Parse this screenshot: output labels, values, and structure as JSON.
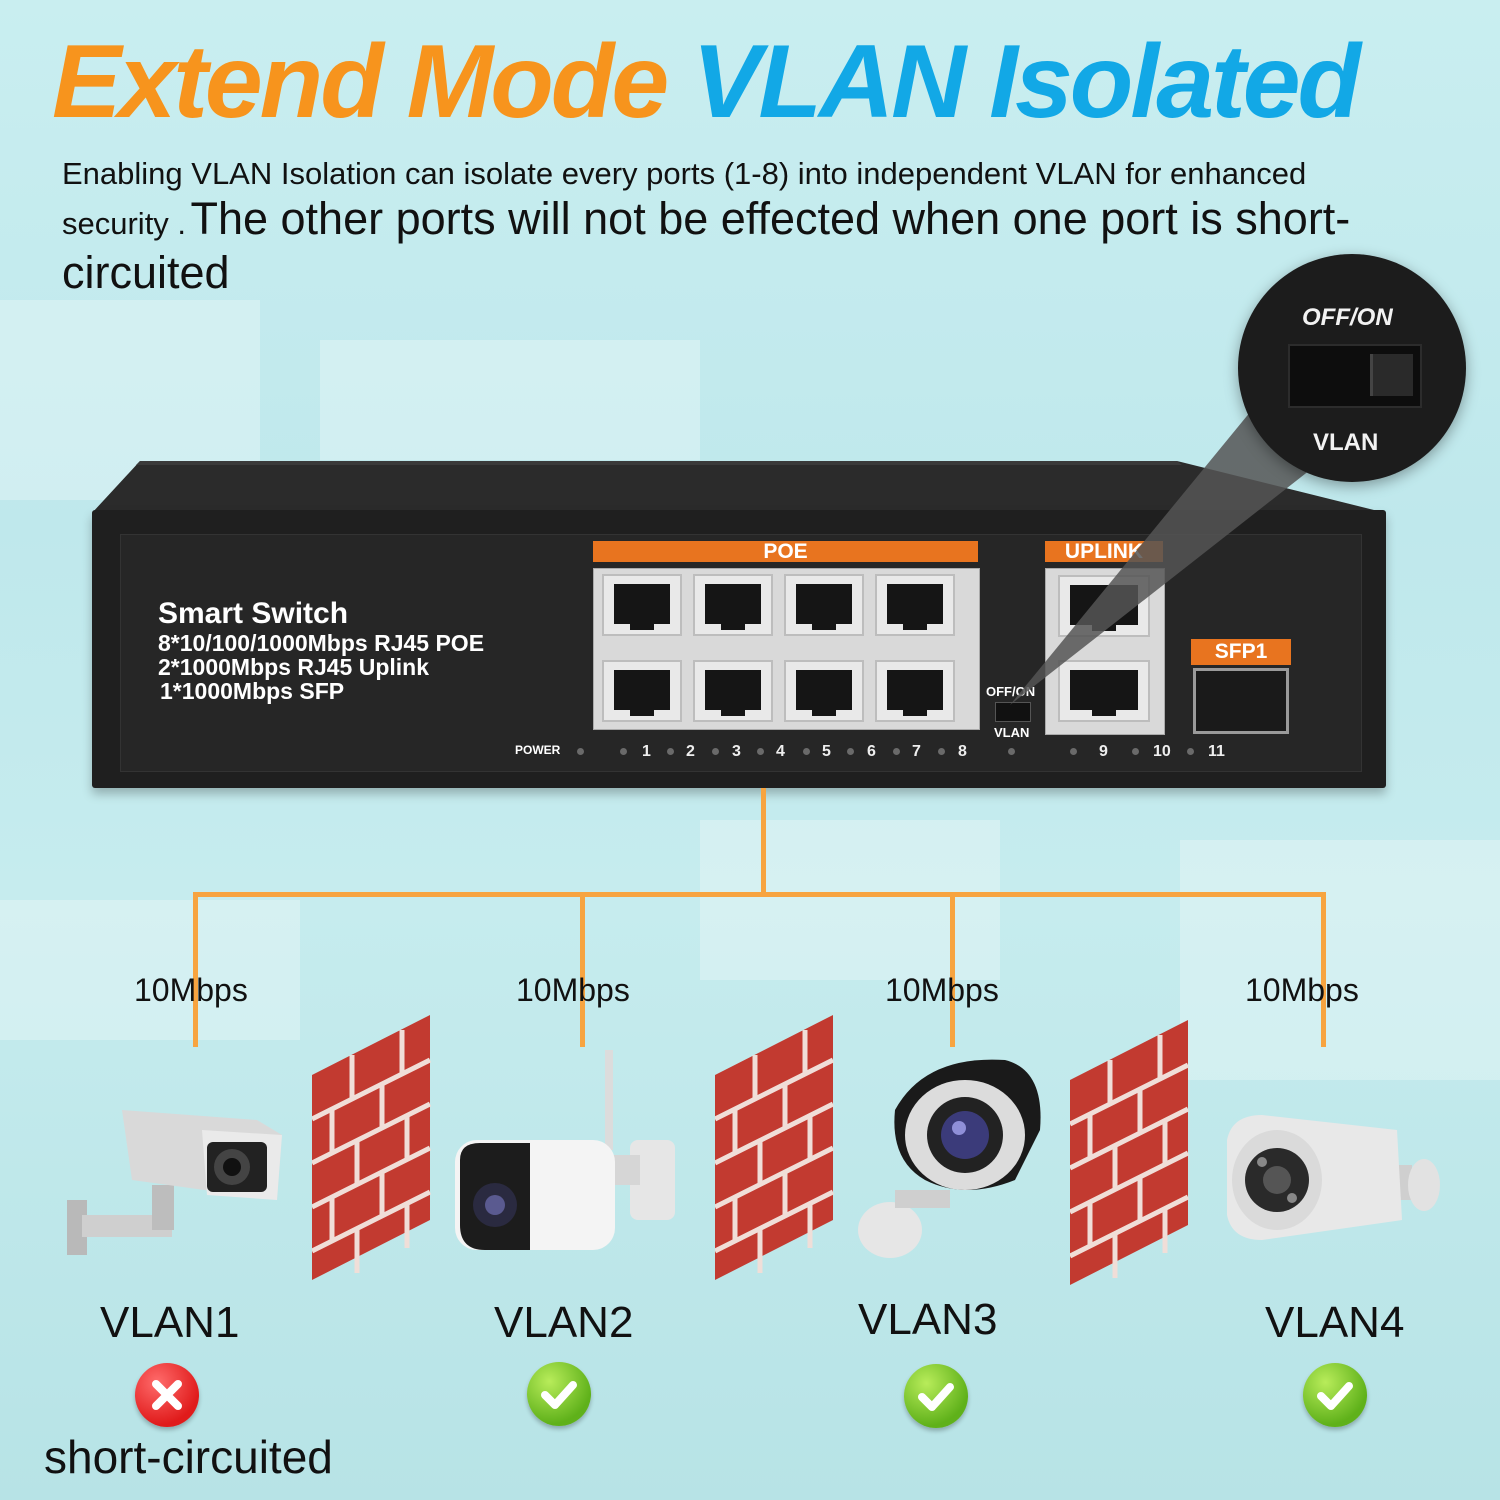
{
  "headline": {
    "part1": "Extend Mode",
    "part2": "VLAN Isolated"
  },
  "description": {
    "small": "Enabling VLAN Isolation can isolate every ports (1-8) into independent VLAN for enhanced security .",
    "big": "The other ports will not be effected when one port is short-circuited"
  },
  "switch": {
    "title": "Smart Switch",
    "specs": [
      "8*10/100/1000Mbps RJ45 POE",
      "2*1000Mbps RJ45 Uplink",
      "1*1000Mbps SFP"
    ],
    "poe_label": "POE",
    "uplink_label": "UPLINK",
    "sfp_label": "SFP1",
    "power_label": "POWER",
    "toggle_top": "OFF/ON",
    "toggle_bottom": "VLAN",
    "port_numbers": [
      "1",
      "2",
      "3",
      "4",
      "5",
      "6",
      "7",
      "8",
      "9",
      "10",
      "11"
    ]
  },
  "zoom": {
    "top": "OFF/ON",
    "bottom": "VLAN"
  },
  "devices": [
    {
      "speed": "10Mbps",
      "vlan": "VLAN1",
      "status": "fail"
    },
    {
      "speed": "10Mbps",
      "vlan": "VLAN2",
      "status": "ok"
    },
    {
      "speed": "10Mbps",
      "vlan": "VLAN3",
      "status": "ok"
    },
    {
      "speed": "10Mbps",
      "vlan": "VLAN4",
      "status": "ok"
    }
  ],
  "note": "short-circuited",
  "colors": {
    "orange": "#f7941d",
    "blue": "#12a8e6",
    "connector": "#f7a440",
    "ok": "#6cc21f",
    "fail": "#e53030"
  }
}
